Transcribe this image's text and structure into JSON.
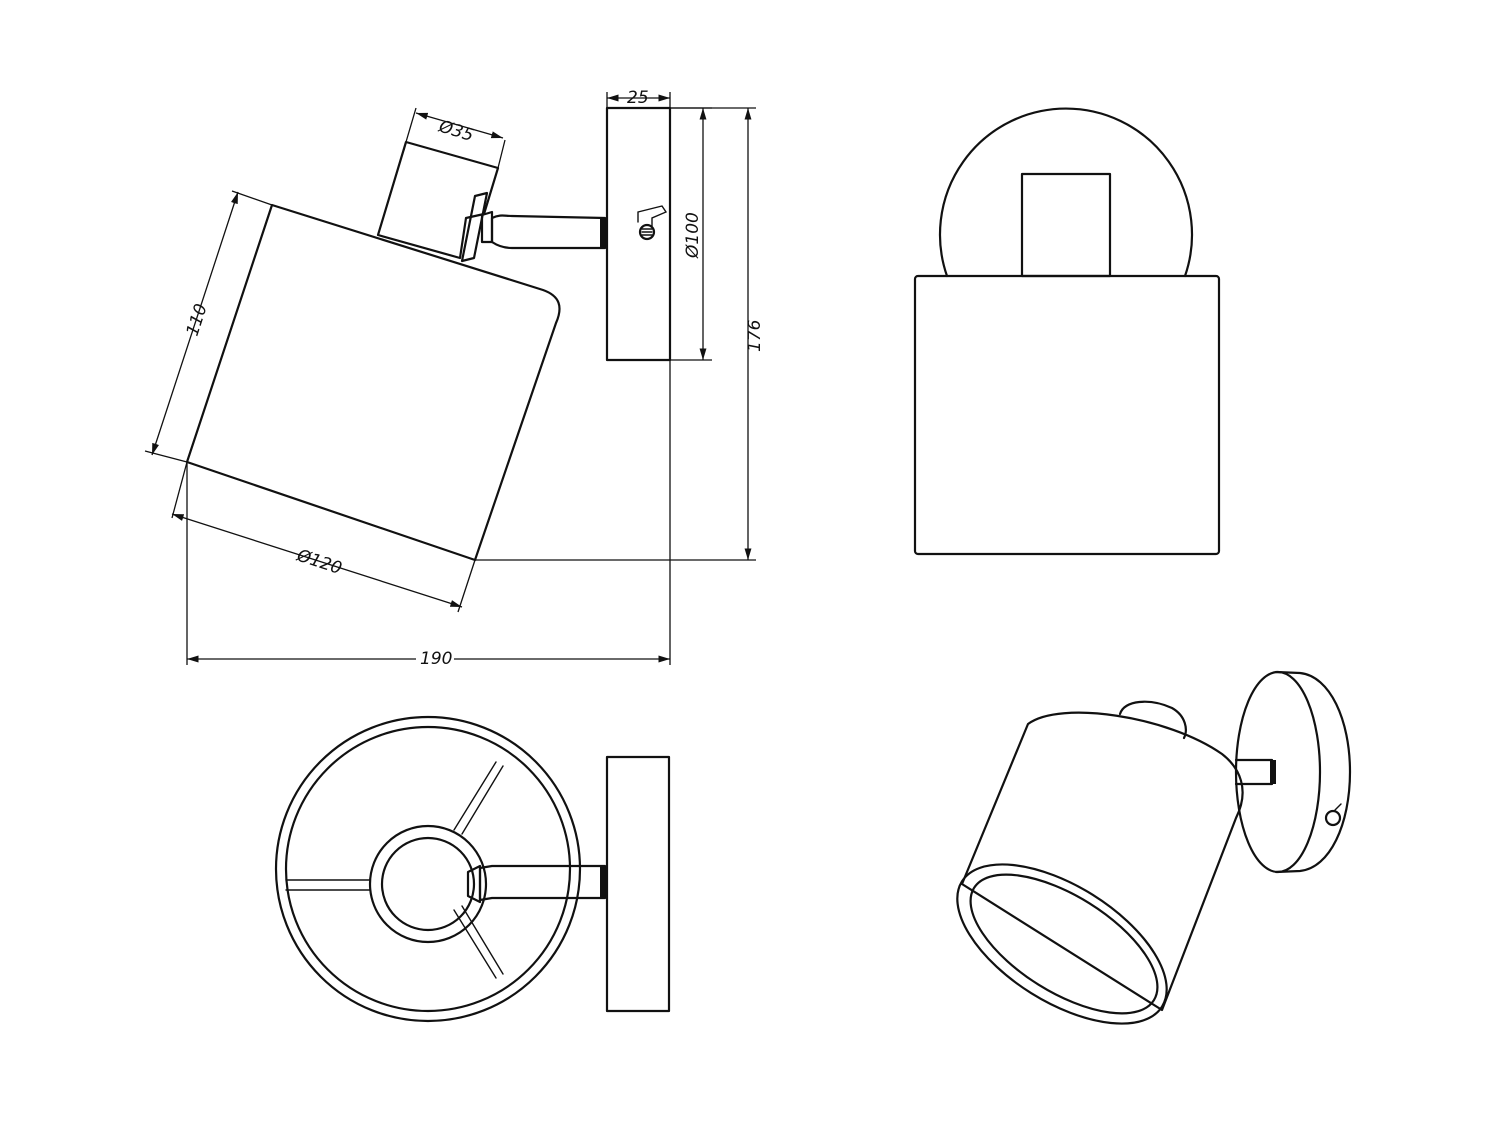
{
  "dimensions": {
    "d35": "Ø35",
    "w25": "25",
    "d100": "Ø100",
    "h176": "176",
    "h110": "110",
    "d120": "Ø120",
    "w190": "190"
  },
  "colors": {
    "line": "#111111",
    "background": "#ffffff"
  }
}
